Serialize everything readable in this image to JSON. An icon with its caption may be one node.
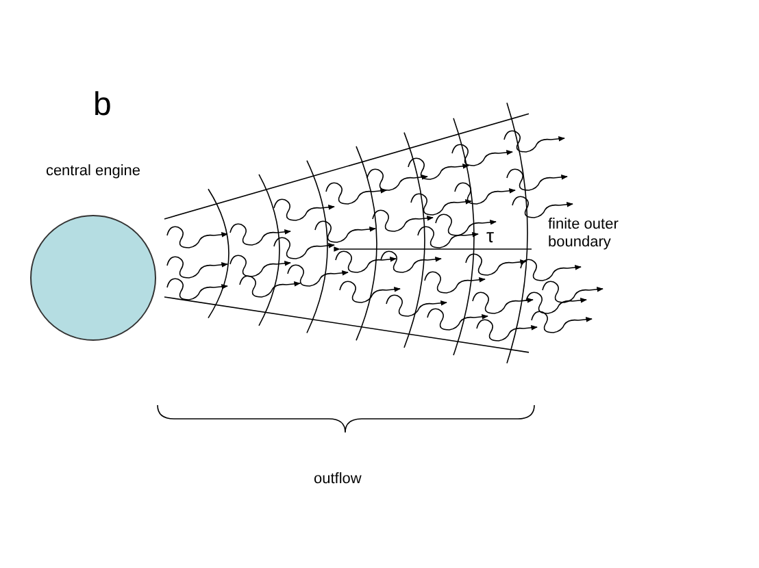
{
  "diagram": {
    "nodes": [
      {
        "text": [
          "central engine"
        ]
      }
    ],
    "labels": [
      "b",
      "τ",
      "finite outer boundary",
      "outflow"
    ]
  }
}
